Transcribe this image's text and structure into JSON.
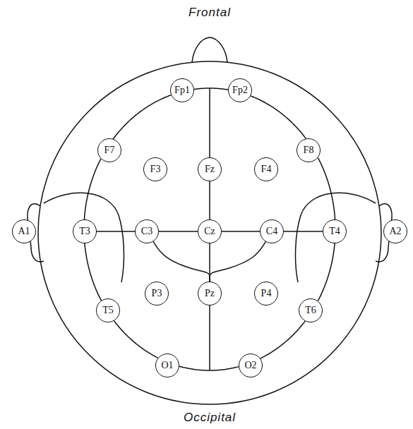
{
  "diagram": {
    "nodes": [
      {
        "text": [
          "Fp1"
        ]
      },
      {
        "text": [
          "Fp2"
        ]
      },
      {
        "text": [
          "F7"
        ]
      },
      {
        "text": [
          "F3"
        ]
      },
      {
        "text": [
          "Fz"
        ]
      },
      {
        "text": [
          "F4"
        ]
      },
      {
        "text": [
          "F8"
        ]
      },
      {
        "text": [
          "A1"
        ]
      },
      {
        "text": [
          "T3"
        ]
      },
      {
        "text": [
          "C3"
        ]
      },
      {
        "text": [
          "Cz"
        ]
      },
      {
        "text": [
          "C4"
        ]
      },
      {
        "text": [
          "T4"
        ]
      },
      {
        "text": [
          "A2"
        ]
      },
      {
        "text": [
          "T5"
        ]
      },
      {
        "text": [
          "P3"
        ]
      },
      {
        "text": [
          "Pz"
        ]
      },
      {
        "text": [
          "P4"
        ]
      },
      {
        "text": [
          "T6"
        ]
      },
      {
        "text": [
          "O1"
        ]
      },
      {
        "text": [
          "O2"
        ]
      }
    ],
    "edges": [
      {
        "from": 0,
        "to": 1,
        "arrow": "none"
      },
      {
        "from": 1,
        "to": 6,
        "arrow": "none"
      },
      {
        "from": 6,
        "to": 12,
        "arrow": "none"
      },
      {
        "from": 12,
        "to": 18,
        "arrow": "none"
      },
      {
        "from": 18,
        "to": 20,
        "arrow": "none"
      },
      {
        "from": 20,
        "to": 19,
        "arrow": "none"
      },
      {
        "from": 19,
        "to": 14,
        "arrow": "none"
      },
      {
        "from": 14,
        "to": 8,
        "arrow": "none"
      },
      {
        "from": 8,
        "to": 2,
        "arrow": "none"
      },
      {
        "from": 2,
        "to": 0,
        "arrow": "none"
      },
      {
        "from": 8,
        "to": 9,
        "arrow": "none"
      },
      {
        "from": 9,
        "to": 10,
        "arrow": "none"
      },
      {
        "from": 10,
        "to": 11,
        "arrow": "none"
      },
      {
        "from": 11,
        "to": 12,
        "arrow": "none"
      },
      {
        "from": 4,
        "to": 10,
        "arrow": "none"
      },
      {
        "from": 10,
        "to": 16,
        "arrow": "none"
      },
      {
        "from": 9,
        "to": 16,
        "arrow": "none"
      },
      {
        "from": 11,
        "to": 16,
        "arrow": "none"
      }
    ],
    "labels": [
      "Frontal",
      "Occipital"
    ]
  }
}
